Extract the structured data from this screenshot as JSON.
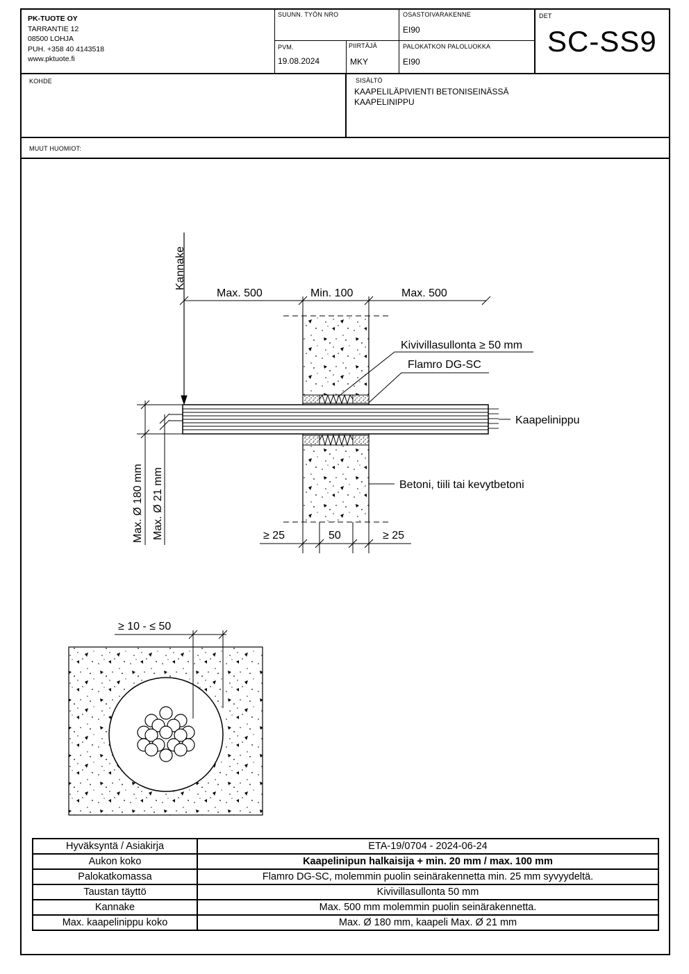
{
  "header": {
    "company": {
      "name": "PK-TUOTE OY",
      "street": "TARRANTIE 12",
      "city": "08500 LOHJA",
      "phone": "PUH. +358 40 4143518",
      "web": "www.pktuote.fi"
    },
    "suunn_label": "SUUNN. TYÖN NRO",
    "suunn_value": "",
    "pvm_label": "PVM.",
    "pvm_value": "19.08.2024",
    "piirtaja_label": "PIIRTÄJÄ",
    "piirtaja_value": "MKY",
    "osasto_label": "OSASTOIVARAKENNE",
    "osasto_value": "EI90",
    "palo_label": "PALOKATKON PALOLUOKKA",
    "palo_value": "EI90",
    "det_label": "DET",
    "det_value": "SC-SS9",
    "kohde_label": "KOHDE",
    "sisalto_label": "SISÄLTÖ",
    "sisalto_line1": "KAAPELILÄPIVIENTI BETONISEINÄSSÄ",
    "sisalto_line2": "KAAPELINIPPU",
    "muut_label": "MUUT HUOMIOT:"
  },
  "drawing": {
    "kannake": "Kannake",
    "max500_left": "Max. 500",
    "min100": "Min. 100",
    "max500_right": "Max. 500",
    "kivivilla": "Kivivillasullonta ≥ 50 mm",
    "flamro": "Flamro DG-SC",
    "kaapelinippu": "Kaapelinippu",
    "betoni": "Betoni, tiili tai kevytbetoni",
    "max180": "Max. Ø 180 mm",
    "max21": "Max. Ø 21 mm",
    "ge25_left": "≥ 25",
    "d50": "50",
    "ge25_right": "≥ 25",
    "gap_range": "≥ 10 - ≤ 50"
  },
  "table": [
    {
      "key": "Hyväksyntä / Asiakirja",
      "value": "ETA-19/0704 - 2024-06-24"
    },
    {
      "key": "Aukon koko",
      "value": "Kaapelinipun halkaisija + min. 20 mm / max. 100 mm"
    },
    {
      "key": "Palokatkomassa",
      "value": "Flamro DG-SC, molemmin puolin seinärakennetta min. 25 mm syvyydeltä."
    },
    {
      "key": "Taustan täyttö",
      "value": "Kivivillasullonta 50 mm"
    },
    {
      "key": "Kannake",
      "value": "Max. 500 mm molemmin puolin seinärakennetta."
    },
    {
      "key": "Max. kaapelinippu koko",
      "value": "Max. Ø 180 mm, kaapeli Max. Ø 21 mm"
    }
  ]
}
